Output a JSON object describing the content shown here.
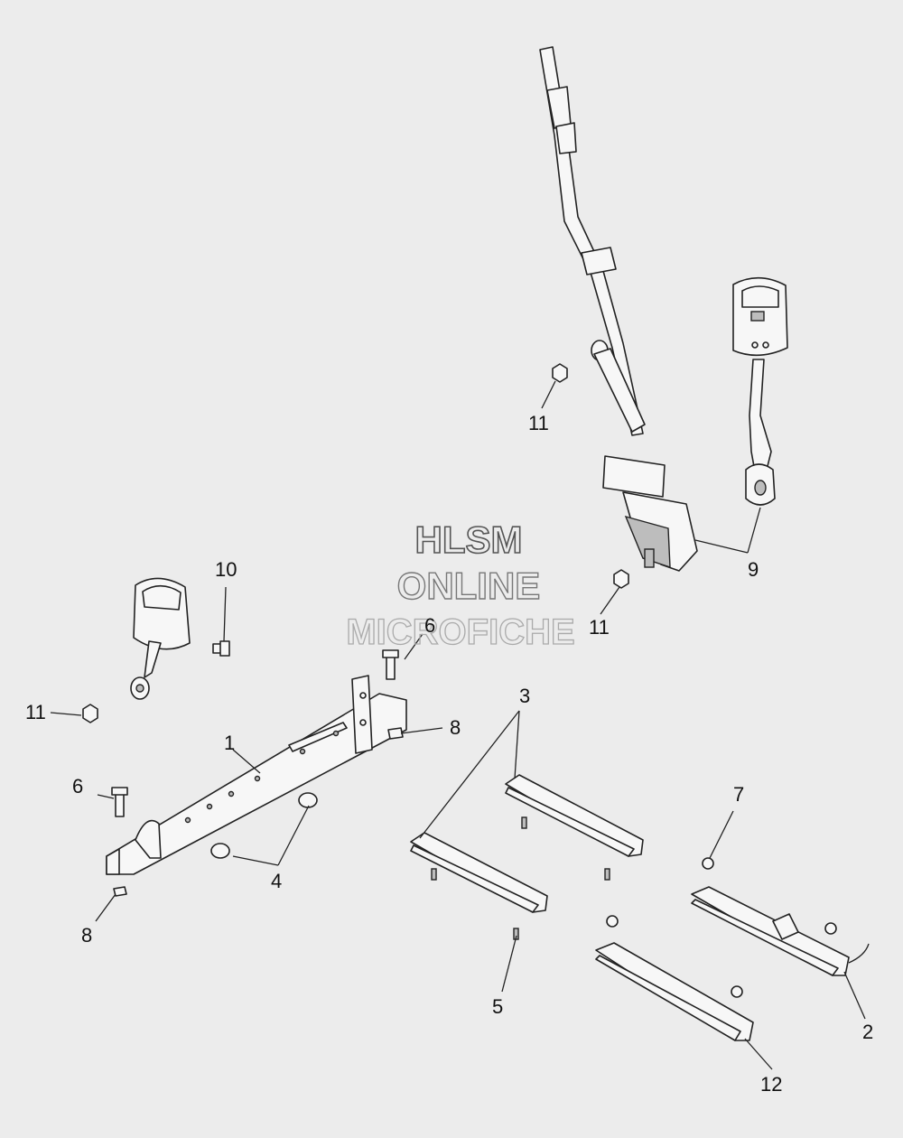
{
  "watermark": {
    "line1": "HLSM",
    "line2": "ONLINE",
    "line3": "MICROFICHE"
  },
  "callouts": {
    "c1": "1",
    "c2": "2",
    "c3": "3",
    "c4": "4",
    "c5": "5",
    "c6a": "6",
    "c6b": "6",
    "c7": "7",
    "c8a": "8",
    "c8b": "8",
    "c9": "9",
    "c10": "10",
    "c11a": "11",
    "c11b": "11",
    "c11c": "11",
    "c12": "12"
  },
  "colors": {
    "background": "#ececec",
    "line": "#222222",
    "watermark": "#555555"
  }
}
